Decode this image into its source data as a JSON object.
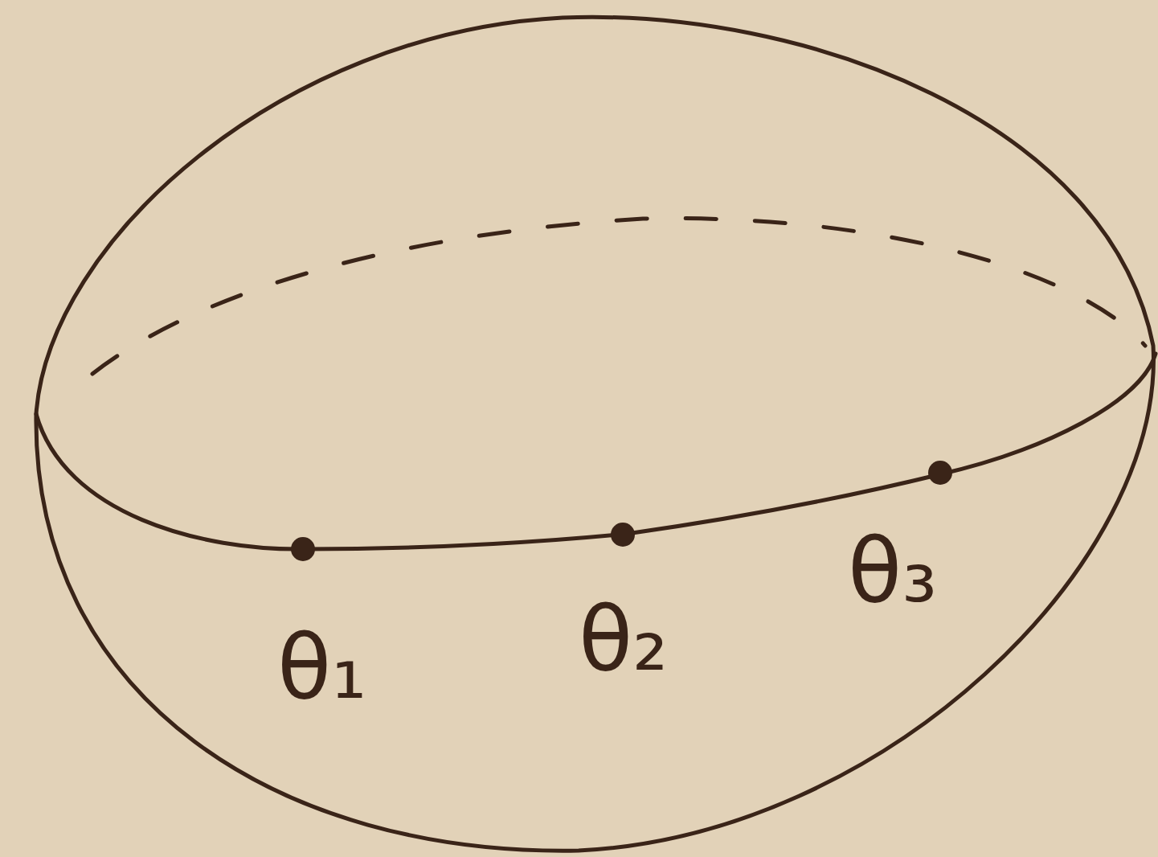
{
  "diagram": {
    "labels": [
      "θ₁",
      "θ₂",
      "θ₃"
    ]
  }
}
